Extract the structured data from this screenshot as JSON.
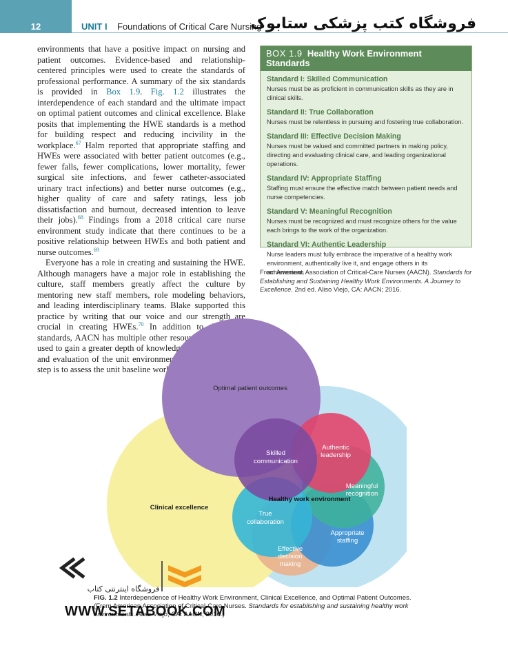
{
  "header": {
    "page_number": "12",
    "unit_label": "UNIT I",
    "unit_title": "Foundations of Critical Care Nursing",
    "watermark": "فروشگاه کتب پزشکی ستابوک"
  },
  "body": {
    "p1_a": "environments that have a positive impact on nursing and patient outcomes. Evidence-based and relationship-centered principles were used to create the standards of professional performance. A summary of the six standards is provided in ",
    "p1_link_box": "Box 1.9",
    "p1_b": ". ",
    "p1_link_fig": "Fig. 1.2",
    "p1_c": " illustrates the interdependence of each standard and the ultimate impact on optimal patient outcomes and clinical excellence. Blake posits that implementing the HWE standards is a method for building respect and reducing incivility in the workplace.",
    "p1_sup1": "67",
    "p1_d": " Halm reported that appropriate staffing and HWEs were associated with better patient outcomes (e.g., fewer falls, fewer complications, lower mortality, fewer surgical site infections, and fewer catheter-associated urinary tract infections) and better nurse outcomes (e.g., higher quality of care and safety ratings, less job dissatisfaction and burnout, decreased intention to leave their jobs).",
    "p1_sup2": "68",
    "p1_e": " Findings from a 2018 critical care nurse environment study indicate that there continues to be a positive relationship between HWEs and both patient and nurse outcomes.",
    "p1_sup3": "69",
    "p2_a": "Everyone has a role in creating and sustaining the HWE. Although managers have a major role in establishing the culture, staff members greatly affect the culture by mentoring new staff members, role modeling behaviors, and leading interdisciplinary teams. Blake supported this practice by writing that our voice and our strength are crucial in creating HWEs.",
    "p2_sup": "70",
    "p2_b": " In addition to the HWE standards, AACN has multiple other resources that can be used to gain a greater depth of knowledge, implementation, and evaluation of the unit environment. An important first step is to assess the unit baseline work environment status."
  },
  "box": {
    "label": "BOX 1.9",
    "title": "Healthy Work Environment Standards",
    "standards": [
      {
        "title": "Standard I: Skilled Communication",
        "text": "Nurses must be as proficient in communication skills as they are in clinical skills."
      },
      {
        "title": "Standard II: True Collaboration",
        "text": "Nurses must be relentless in pursuing and fostering true collaboration."
      },
      {
        "title": "Standard III: Effective Decision Making",
        "text": "Nurses must be valued and committed partners in making policy, directing and evaluating clinical care, and leading organizational operations."
      },
      {
        "title": "Standard IV: Appropriate Staffing",
        "text": "Staffing must ensure the effective match between patient needs and nurse competencies."
      },
      {
        "title": "Standard V: Meaningful Recognition",
        "text": "Nurses must be recognized and must recognize others for the value each brings to the work of the organization."
      },
      {
        "title": "Standard VI: Authentic Leadership",
        "text": "Nurse leaders must fully embrace the imperative of a healthy work environment, authentically live it, and engage others in its achievement."
      }
    ],
    "source_a": "From American Association of Critical-Care Nurses (AACN). ",
    "source_italic": "Standards for Establishing and Sustaining Healthy Work Environments. A Journey to Excellence.",
    "source_b": " 2nd ed. Aliso Viejo, CA: AACN; 2016."
  },
  "figure": {
    "labels": {
      "optimal": "Optimal patient outcomes",
      "clinical": "Clinical excellence",
      "hwe": "Healthy work environment",
      "skilled_1": "Skilled",
      "skilled_2": "communication",
      "authentic_1": "Authentic",
      "authentic_2": "leadership",
      "meaningful_1": "Meaningful",
      "meaningful_2": "recognition",
      "true_1": "True",
      "true_2": "collaboration",
      "appropriate_1": "Appropriate",
      "appropriate_2": "staffing",
      "effective_1": "Effective",
      "effective_2": "decision",
      "effective_3": "making"
    },
    "colors": {
      "optimal": "#9b7dbf",
      "clinical": "#f6f0a0",
      "hwe": "#bfe3f1",
      "skilled": "#7a4aa0",
      "authentic": "#e2456d",
      "meaningful": "#3fb09b",
      "true": "#35b6d6",
      "appropriate": "#3a8fd1",
      "effective": "#e9b28e"
    },
    "caption_label": "FIG. 1.2",
    "caption_a": " Interdependence of Healthy Work Environment, Clinical Excellence, and Optimal Patient Outcomes. (From American Association of Critical-Care Nurses. ",
    "caption_italic": "Standards for establishing and sustaining healthy work environments.",
    "caption_b": " Aliso Viejo, CA: AACN; 2016.)"
  },
  "logo": {
    "brand_fa": "فروشگاه اینترنتی کتاب",
    "url": "WWW.SETABOOK.COM"
  }
}
